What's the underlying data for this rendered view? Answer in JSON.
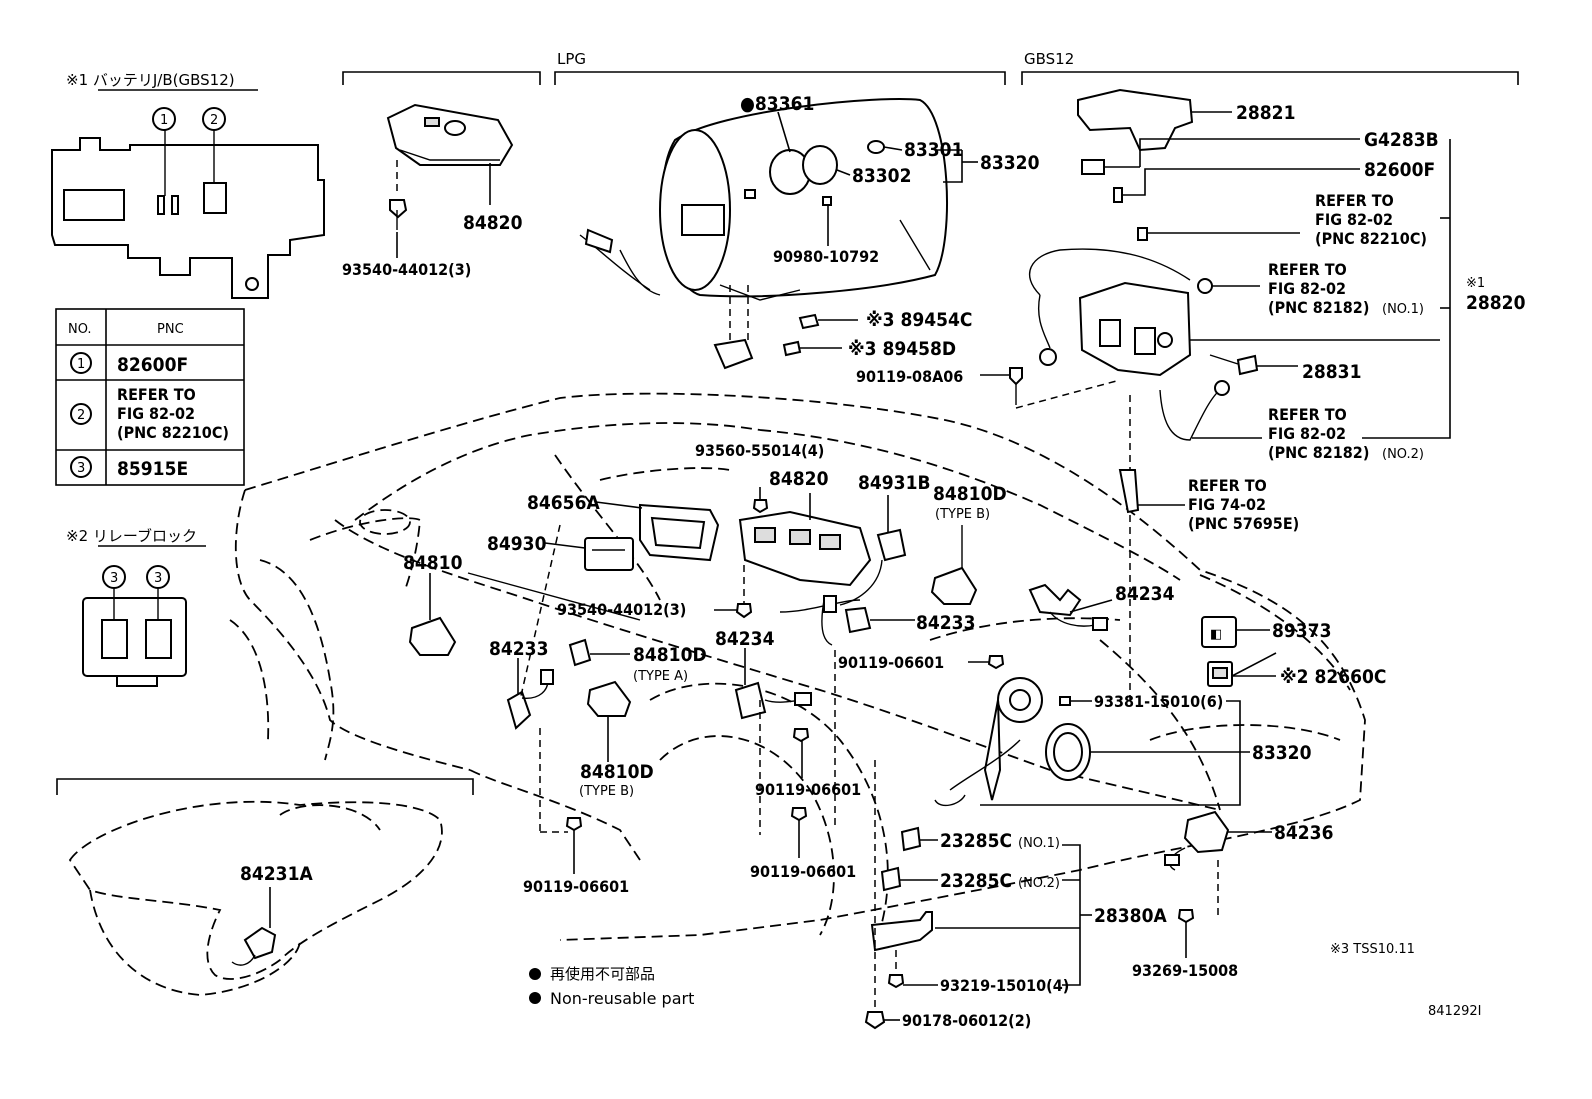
{
  "sections": {
    "lpg": "LPG",
    "gbs12": "GBS12"
  },
  "inset_battery": {
    "title": "※1 バッテリJ/B(GBS12)",
    "callout_1": "1",
    "callout_2": "2"
  },
  "pnc_table": {
    "col_no": "NO.",
    "col_pnc": "PNC",
    "rows": [
      {
        "no": "1",
        "pnc": [
          "82600F"
        ]
      },
      {
        "no": "2",
        "pnc": [
          "REFER TO",
          "FIG 82-02",
          "(PNC 82210C)"
        ]
      },
      {
        "no": "3",
        "pnc": [
          "85915E"
        ]
      }
    ]
  },
  "inset_relay": {
    "title": "※2 リレーブロック",
    "callout_a": "3",
    "callout_b": "3"
  },
  "labels": {
    "p83361": "●83361",
    "p83301": "83301",
    "p83302": "83302",
    "p83320_top": "83320",
    "p90980": "90980-10792",
    "p89454c": "※3 89454C",
    "p89458d": "※3 89458D",
    "p84820_top": "84820",
    "p93540_top": "93540-44012(3)",
    "p28821": "28821",
    "pG4283B": "G4283B",
    "p82600F": "82600F",
    "ref_82210c": [
      "REFER TO",
      "FIG 82-02",
      "(PNC 82210C)"
    ],
    "ref_82182_no1": [
      "REFER TO",
      "FIG 82-02",
      "(PNC 82182)"
    ],
    "no1": "(NO.1)",
    "p28820_mark": "※1",
    "p28820": "28820",
    "p28831": "28831",
    "p90119_08a06": "90119-08A06",
    "ref_82182_no2": [
      "REFER TO",
      "FIG 82-02",
      "(PNC 82182)"
    ],
    "no2": "(NO.2)",
    "ref_57695e": [
      "REFER TO",
      "FIG 74-02",
      "(PNC 57695E)"
    ],
    "p93560": "93560-55014(4)",
    "p84820_mid": "84820",
    "p84931b": "84931B",
    "p84810d_top": "84810D",
    "type_b_top": "(TYPE B)",
    "p84656a": "84656A",
    "p84930": "84930",
    "p84810": "84810",
    "p93540_mid": "93540-44012(3)",
    "p84234_left": "84234",
    "p84234_right": "84234",
    "p84233_mid": "84233",
    "p84233_left": "84233",
    "p84810d_a": "84810D",
    "type_a": "(TYPE A)",
    "p90119_06601_a": "90119-06601",
    "p89373": "89373",
    "p82660c": "※2 82660C",
    "p93381": "93381-15010(6)",
    "p83320_bottom": "83320",
    "p84810d_b": "84810D",
    "type_b_bottom": "(TYPE B)",
    "p90119_06601_b": "90119-06601",
    "p90119_06601_c": "90119-06601",
    "p90119_06601_d": "90119-06601",
    "p23285c_1": "23285C",
    "no1_b": "(NO.1)",
    "p23285c_2": "23285C",
    "no2_b": "(NO.2)",
    "p28380a": "28380A",
    "p84236": "84236",
    "p93269": "93269-15008",
    "p93219": "93219-15010(4)",
    "p90178": "90178-06012(2)",
    "p84231a": "84231A",
    "tss": "※3  TSS10.11",
    "fig_id": "841292I"
  },
  "legend": {
    "jp": "再使用不可部品",
    "en": "Non-reusable part"
  }
}
